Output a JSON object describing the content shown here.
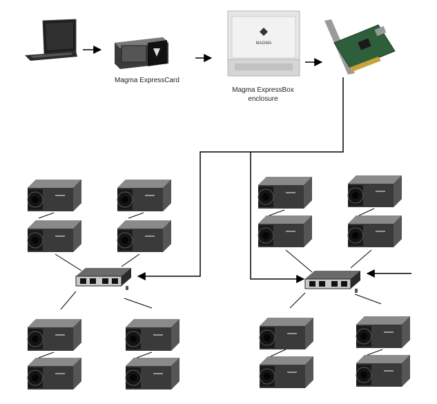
{
  "labels": {
    "expresscard": "Magma ExpressCard",
    "expressbox_line1": "Magma ExpressBox",
    "expressbox_line2": "enclosure",
    "brand": "MAGMA"
  },
  "colors": {
    "line": "#000000",
    "camera_body": "#3a3a3a",
    "camera_dark": "#1c1c1c",
    "hub_body": "#3b3b3b",
    "hub_panel": "#c9c9c9",
    "pcb": "#2f5f3a",
    "enclosure": "#e4e4e4"
  },
  "icons": [
    "laptop-icon",
    "expresscard-icon",
    "expressbox-icon",
    "pcie-card-icon",
    "firewire-hub-icon",
    "camera-icon"
  ]
}
